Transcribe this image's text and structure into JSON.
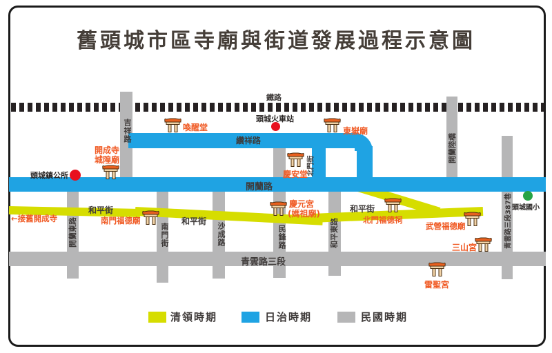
{
  "title": "舊頭城市區寺廟與街道發展過程示意圖",
  "railway": {
    "label": "鐵路"
  },
  "roads": {
    "zuanxiang": "纘祥路",
    "kailan": "開蘭路",
    "qingyun3": "青雲路三段",
    "heping_street": "和平街",
    "jixiang": "吉祥路",
    "nanmen_st": "南門街",
    "shacheng": "沙成路",
    "minfeng": "民鋒路",
    "kailan_east": "開蘭東路",
    "heping_east": "和平東路",
    "kailan_bridge": "開蘭陸橋",
    "qingyun387": "青雲路三段387巷",
    "beimen_st": "北門街"
  },
  "temples": {
    "huanxing": "喚醒堂",
    "dongyue": "東嶽廟",
    "kaicheng": {
      "line1": "開成寺",
      "line2": "城隍廟"
    },
    "qingan": "慶安堂",
    "qingyuan": {
      "line1": "慶元宮",
      "line2": "(媽祖廟)"
    },
    "nanmen_fude": "南門福德廟",
    "beimen_fude": "北門福德祠",
    "wuying_fude": "武營福德廟",
    "sanshan": "三山宮",
    "leisheng": "雷聖宮",
    "old_kaicheng_note": "←接舊開成寺"
  },
  "landmarks": {
    "station": "頭城火車站",
    "townhall": "頭城鎮公所",
    "school": "頭城國小"
  },
  "legend": {
    "items": [
      {
        "label": "清領時期",
        "color": "#d6dd00"
      },
      {
        "label": "日治時期",
        "color": "#1fa3e3"
      },
      {
        "label": "民國時期",
        "color": "#b6b6b7"
      }
    ]
  },
  "colors": {
    "qing_era_road": "#d6dd00",
    "japanese_era_road": "#1fa3e3",
    "roc_era_road": "#b6b6b7",
    "temple_text": "#f05a24",
    "station_dot": "#e8101e",
    "townhall_dot": "#e8101e",
    "school_dot": "#27a344",
    "railway": "#262122"
  }
}
